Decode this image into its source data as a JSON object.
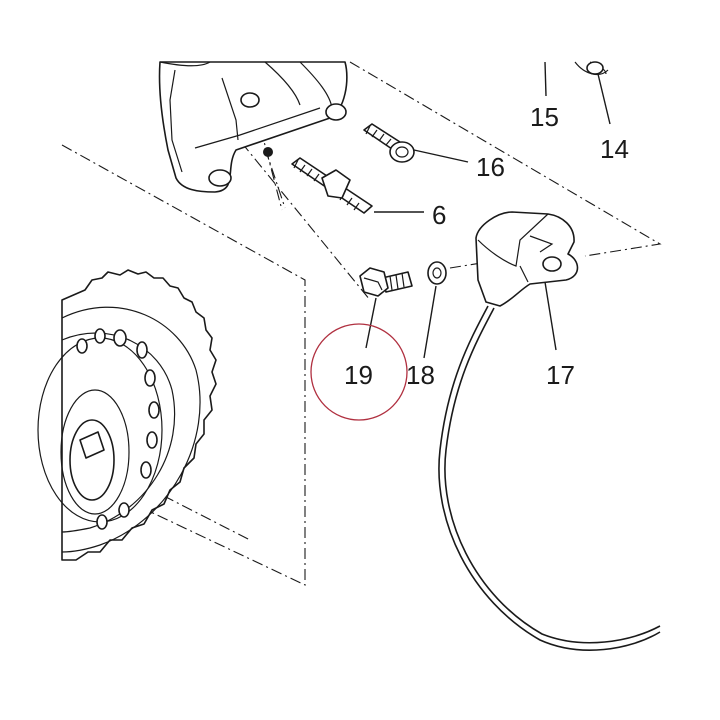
{
  "callouts": [
    {
      "id": "c14",
      "label": "14"
    },
    {
      "id": "c15",
      "label": "15"
    },
    {
      "id": "c16",
      "label": "16"
    },
    {
      "id": "c6",
      "label": "6"
    },
    {
      "id": "c17",
      "label": "17"
    },
    {
      "id": "c18",
      "label": "18"
    },
    {
      "id": "c19",
      "label": "19"
    }
  ],
  "highlight": {
    "target": "19",
    "color": "#b03040"
  },
  "colors": {
    "line": "#1a1a1a",
    "background": "#ffffff"
  }
}
